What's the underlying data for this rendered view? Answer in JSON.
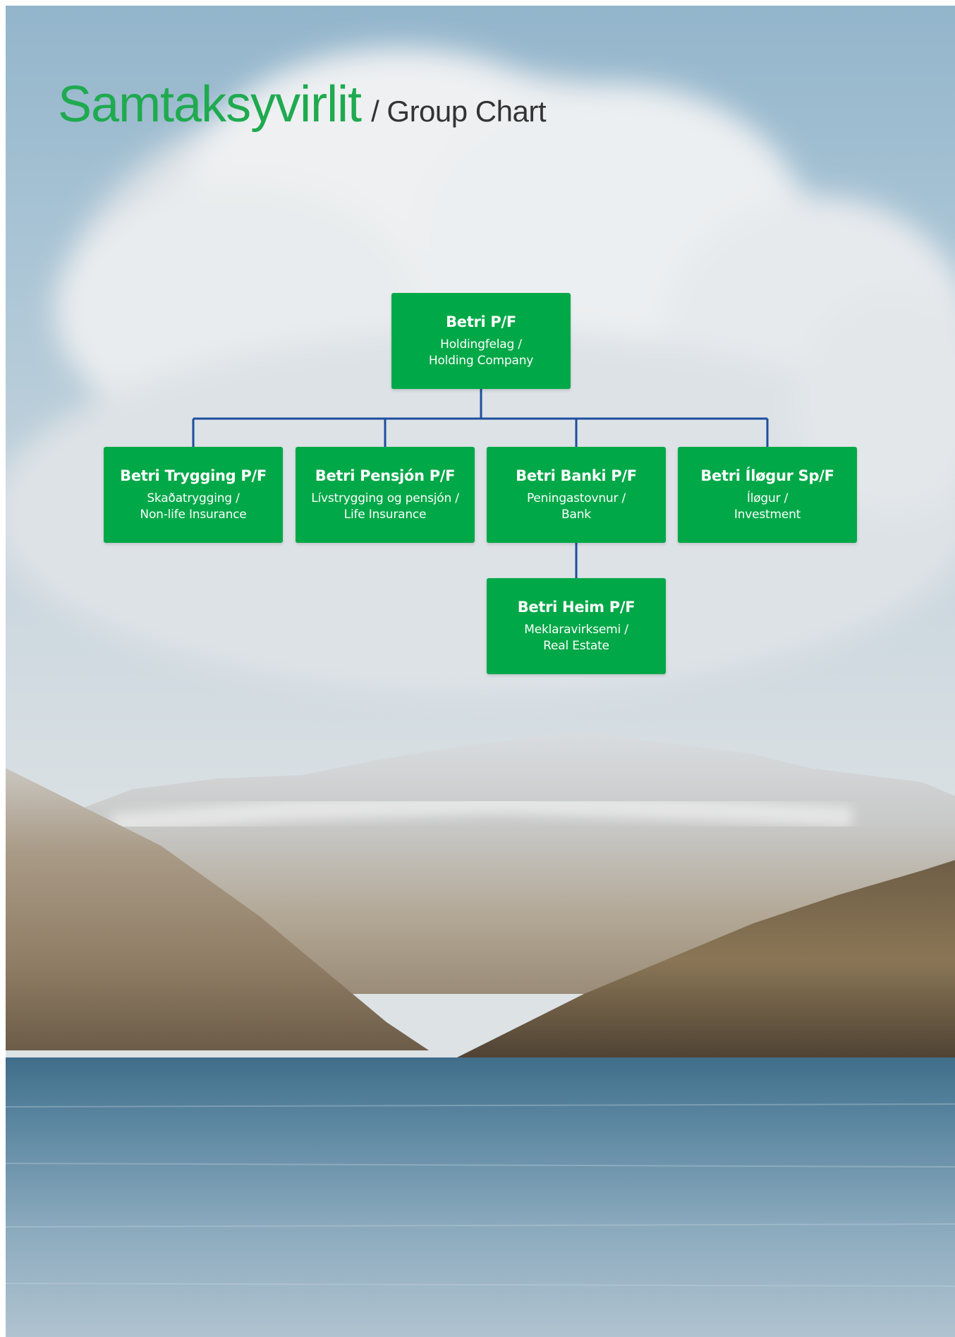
{
  "colors": {
    "brand_green": "#00a847",
    "title_green": "#1faa4f",
    "subtitle_gray": "#333333",
    "connector_blue": "#1d4e9e",
    "box_text": "#ffffff"
  },
  "header": {
    "title": "Samtaksyvirlit",
    "subtitle": "/ Group Chart"
  },
  "background": {
    "icon": "landscape-photo-clouds-mountains-fjord"
  },
  "org_chart": {
    "root": {
      "name": "Betri P/F",
      "line1": "Holdingfelag /",
      "line2": "Holding Company"
    },
    "subsidiaries": [
      {
        "name": "Betri Trygging P/F",
        "line1": "Skaðatrygging /",
        "line2": "Non-life Insurance"
      },
      {
        "name": "Betri Pensjón P/F",
        "line1": "Lívstrygging og pensjón /",
        "line2": "Life Insurance"
      },
      {
        "name": "Betri Banki P/F",
        "line1": "Peningastovnur /",
        "line2": "Bank"
      },
      {
        "name": "Betri Íløgur Sp/F",
        "line1": "Íløgur /",
        "line2": "Investment"
      }
    ],
    "bank_subsidiary": {
      "name": "Betri Heim P/F",
      "line1": "Meklaravirksemi /",
      "line2": "Real Estate"
    }
  }
}
